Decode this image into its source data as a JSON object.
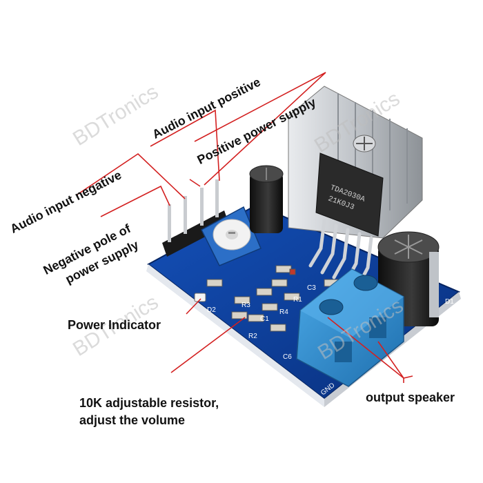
{
  "watermark": "BDTronics",
  "chip_text": {
    "line1": "TDA2030A",
    "line2": "21K0J3"
  },
  "pcb_markings": {
    "d1": "D1",
    "d2": "D2",
    "c1": "C1",
    "c3": "C3",
    "c6": "C6",
    "r1": "R1",
    "r2": "R2",
    "r3": "R3",
    "r4": "R4",
    "gnd": "GND"
  },
  "labels": {
    "audio_input_negative": "Audio input negative",
    "audio_input_positive": "Audio input positive",
    "positive_power_supply": "Positive power supply",
    "negative_pole_line1": "Negative pole of",
    "negative_pole_line2": "power supply",
    "power_indicator": "Power Indicator",
    "resistor_line1": "10K adjustable resistor,",
    "resistor_line2": "adjust the volume",
    "output_speaker": "output speaker"
  },
  "colors": {
    "pcb": "#0b3f9e",
    "pcb_dark": "#082c70",
    "terminal": "#2f8fd0",
    "heatsink": "#c9ccd0",
    "chip": "#2a2a2a",
    "capacitor": "#1b1b1b",
    "pointer_line": "#d32020",
    "label_text": "#111111"
  }
}
